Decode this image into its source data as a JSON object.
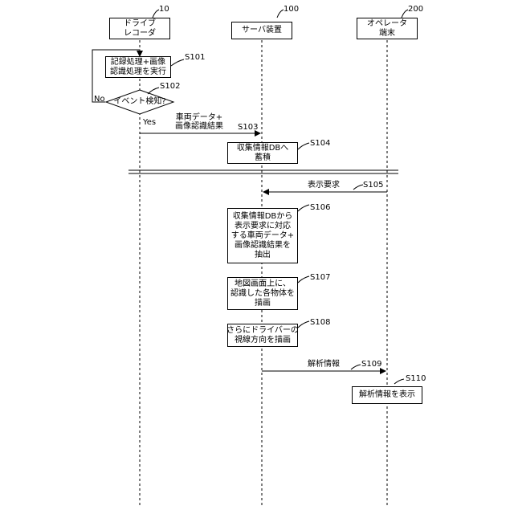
{
  "participants": {
    "recorder": {
      "label": "ドライブ\nレコーダ",
      "ref": "10"
    },
    "server": {
      "label": "サーバ装置",
      "ref": "100"
    },
    "operator": {
      "label": "オペレータ\n端末",
      "ref": "200"
    }
  },
  "steps": {
    "s101": {
      "id": "S101",
      "text": "記録処理+画像\n認識処理を実行"
    },
    "s102": {
      "id": "S102",
      "text": "イベント検知?",
      "no": "No",
      "yes": "Yes"
    },
    "s103": {
      "id": "S103",
      "text": "車両データ+\n画像認識結果"
    },
    "s104": {
      "id": "S104",
      "text": "収集情報DBへ\n蓄積"
    },
    "s105": {
      "id": "S105",
      "text": "表示要求"
    },
    "s106": {
      "id": "S106",
      "text": "収集情報DBから\n表示要求に対応\nする車両データ+\n画像認識結果を\n抽出"
    },
    "s107": {
      "id": "S107",
      "text": "地図画面上に、\n認識した各物体を\n描画"
    },
    "s108": {
      "id": "S108",
      "text": "さらにドライバーの\n視線方向を描画"
    },
    "s109": {
      "id": "S109",
      "text": "解析情報"
    },
    "s110": {
      "id": "S110",
      "text": "解析情報を表示"
    }
  }
}
